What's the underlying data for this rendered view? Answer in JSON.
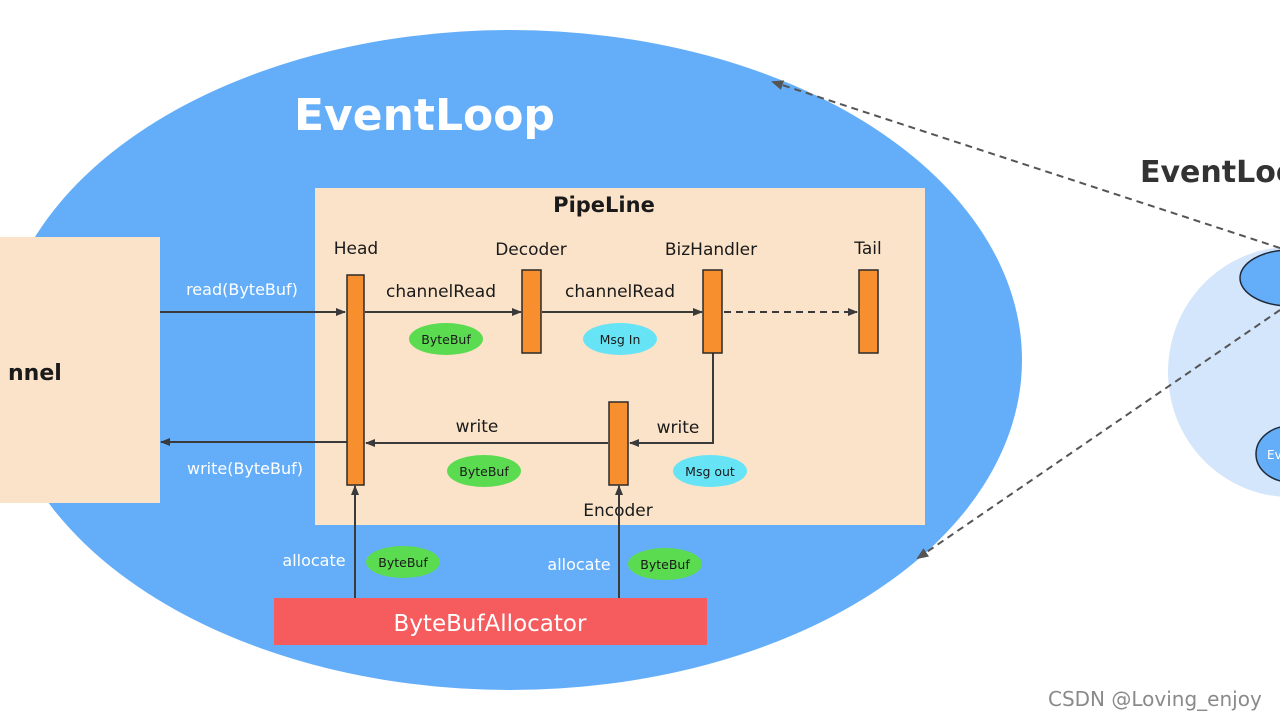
{
  "eventloop": {
    "title": "EventLoop",
    "right_title": "EventLoo",
    "right_small_label": "Ev"
  },
  "channel": {
    "label": "nnel"
  },
  "pipeline": {
    "title": "PipeLine",
    "head_label": "Head",
    "decoder_label": "Decoder",
    "biz_label": "BizHandler",
    "tail_label": "Tail",
    "encoder_label": "Encoder"
  },
  "labels": {
    "read": "read(ByteBuf)",
    "write_bytebuf": "write(ByteBuf)",
    "channelread_1": "channelRead",
    "channelread_2": "channelRead",
    "write_1": "write",
    "write_2": "write",
    "allocate_1": "allocate",
    "allocate_2": "allocate"
  },
  "badges": {
    "bytebuf_1": "ByteBuf",
    "msg_in": "Msg In",
    "bytebuf_2": "ByteBuf",
    "msg_out": "Msg out",
    "bytebuf_3": "ByteBuf",
    "bytebuf_4": "ByteBuf"
  },
  "allocator": {
    "label": "ByteBufAllocator"
  },
  "watermark": "CSDN @Loving_enjoy",
  "colors": {
    "eventloop_fill": "#64AEF9",
    "right_circle_fill": "#D4E6FC",
    "panel_fill": "#FBE3C9",
    "handler_fill": "#F78F2E",
    "allocator_fill": "#F65C5E",
    "badge_green": "#5BDB50",
    "badge_cyan": "#66E4F6",
    "arrow": "#3A3A3A"
  }
}
